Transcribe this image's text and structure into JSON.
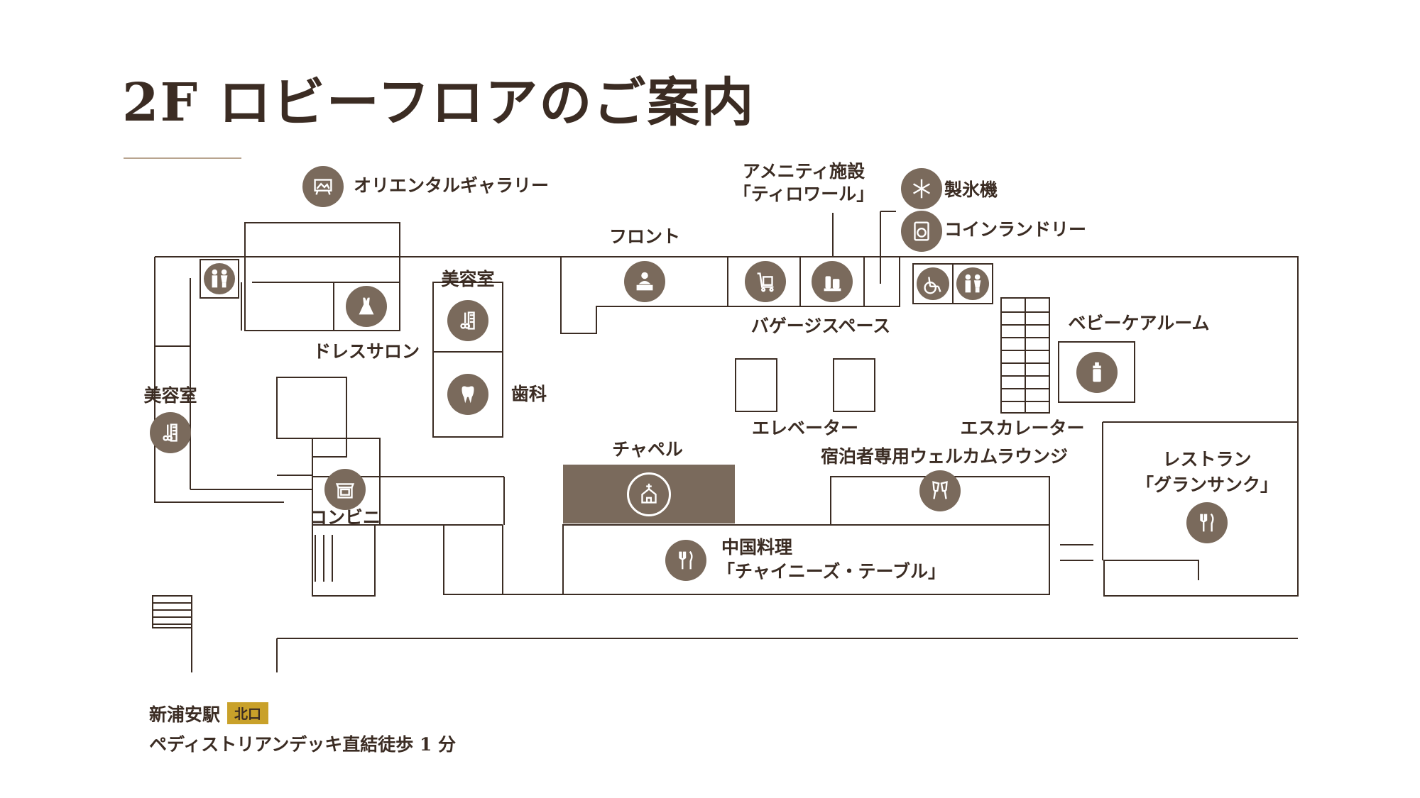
{
  "title": "2F ロビーフロアのご案内",
  "labels": {
    "oriental_gallery": "オリエンタルギャラリー",
    "amenity": "アメニティ施設",
    "amenity_name": "「ティロワール」",
    "ice_machine": "製氷機",
    "coin_laundry": "コインランドリー",
    "front": "フロント",
    "beauty_salon_center": "美容室",
    "beauty_salon_left": "美容室",
    "dress_salon": "ドレスサロン",
    "baggage_space": "バゲージスペース",
    "baby_care_room": "ベビーケアルーム",
    "dental": "歯科",
    "elevator": "エレベーター",
    "escalator": "エスカレーター",
    "chapel": "チャペル",
    "guest_lounge": "宿泊者専用ウェルカムラウンジ",
    "restaurant": "レストラン",
    "restaurant_name": "「グランサンク」",
    "convenience_store": "コンビニ",
    "chinese_restaurant": "中国料理",
    "chinese_restaurant_name": "「チャイニーズ・テーブル」"
  },
  "station": {
    "name": "新浦安駅",
    "exit_badge": "北口",
    "access": "ペディストリアンデッキ直結徒歩 1 分"
  },
  "icons": [
    "gallery-icon",
    "ice-icon",
    "laundry-icon",
    "restroom-icon",
    "wheelchair-icon",
    "dress-icon",
    "front-desk-icon",
    "luggage-icon",
    "amenity-icon",
    "beauty-icon",
    "dental-icon",
    "baby-bottle-icon",
    "chapel-icon",
    "champagne-icon",
    "restaurant-icon",
    "convenience-24-icon"
  ],
  "colors": {
    "icon_fill": "#7a6a5c",
    "chapel_fill": "#7a6a5c",
    "line": "#3b2c23",
    "badge": "#c9a12a",
    "title_rule": "#b8a48f"
  }
}
